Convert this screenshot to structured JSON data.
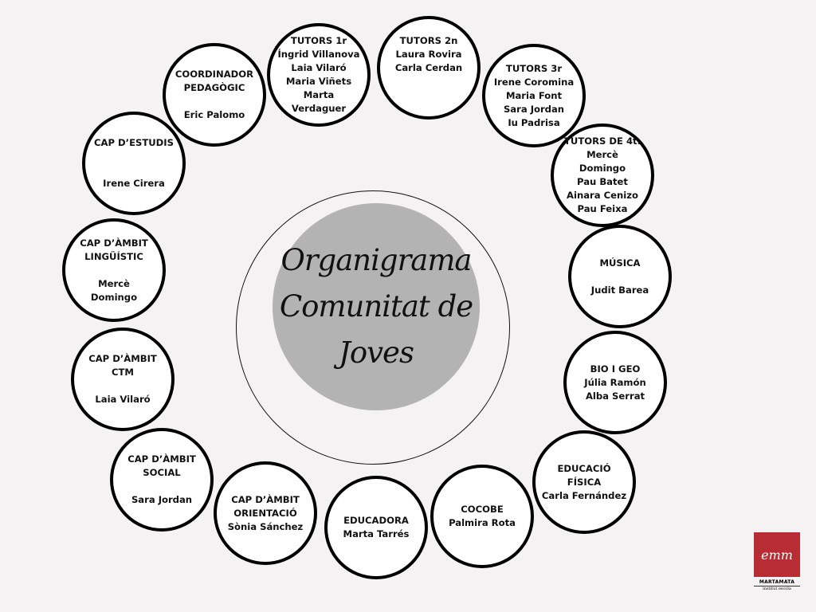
{
  "title_lines": [
    "Organigrama",
    "Comunitat de",
    "Joves"
  ],
  "nodes": [
    {
      "id": "coordinador-pedagogic",
      "lines": [
        "COORDINADOR",
        "PEDAGÒGIC",
        "",
        "Eric Palomo"
      ]
    },
    {
      "id": "tutors-1r",
      "lines": [
        "TUTORS 1r",
        "Íngrid Villanova",
        "Laia Vilaró",
        "Maria Viñets",
        "Marta",
        "Verdaguer"
      ]
    },
    {
      "id": "tutors-2n",
      "lines": [
        "TUTORS 2n",
        "Laura Rovira",
        "Carla Cerdan",
        "",
        ""
      ]
    },
    {
      "id": "tutors-3r",
      "lines": [
        "TUTORS 3r",
        "Irene Coromina",
        "Maria Font",
        "Sara Jordan",
        "Iu Padrisa"
      ]
    },
    {
      "id": "tutors-4t",
      "lines": [
        "TUTORS DE 4t.",
        "Mercè",
        "Domingo",
        "Pau Batet",
        "Ainara Cenizo",
        "Pau Feixa"
      ]
    },
    {
      "id": "musica",
      "lines": [
        "MÚSICA",
        "",
        "Judit Barea"
      ]
    },
    {
      "id": "bio-i-geo",
      "lines": [
        "BIO I GEO",
        "Júlia Ramón",
        "Alba Serrat"
      ]
    },
    {
      "id": "educacio-fisica",
      "lines": [
        "EDUCACIÓ",
        "FÍSICA",
        "Carla Fernández"
      ]
    },
    {
      "id": "cocobe",
      "lines": [
        "COCOBE",
        "Palmira Rota"
      ]
    },
    {
      "id": "educadora",
      "lines": [
        "EDUCADORA",
        "Marta Tarrés"
      ]
    },
    {
      "id": "cap-ambit-orientacio",
      "lines": [
        "CAP D’ÀMBIT",
        "ORIENTACIÓ",
        "Sònia Sánchez"
      ]
    },
    {
      "id": "cap-ambit-social",
      "lines": [
        "CAP D’ÀMBIT",
        "SOCIAL",
        "",
        "Sara Jordan"
      ]
    },
    {
      "id": "cap-ambit-ctm",
      "lines": [
        "CAP D’ÀMBIT",
        "CTM",
        "",
        "Laia Vilaró"
      ]
    },
    {
      "id": "cap-ambit-linguistic",
      "lines": [
        "CAP D’ÀMBIT",
        "LINGÜÍSTIC",
        "",
        "Mercè",
        "Domingo"
      ]
    },
    {
      "id": "cap-estudis",
      "lines": [
        "CAP D’ESTUDIS",
        "",
        "",
        "Irene Cirera"
      ]
    }
  ],
  "logo": {
    "mark": "emm",
    "name": "MARTAMATA",
    "subtitle": "institut escola"
  }
}
